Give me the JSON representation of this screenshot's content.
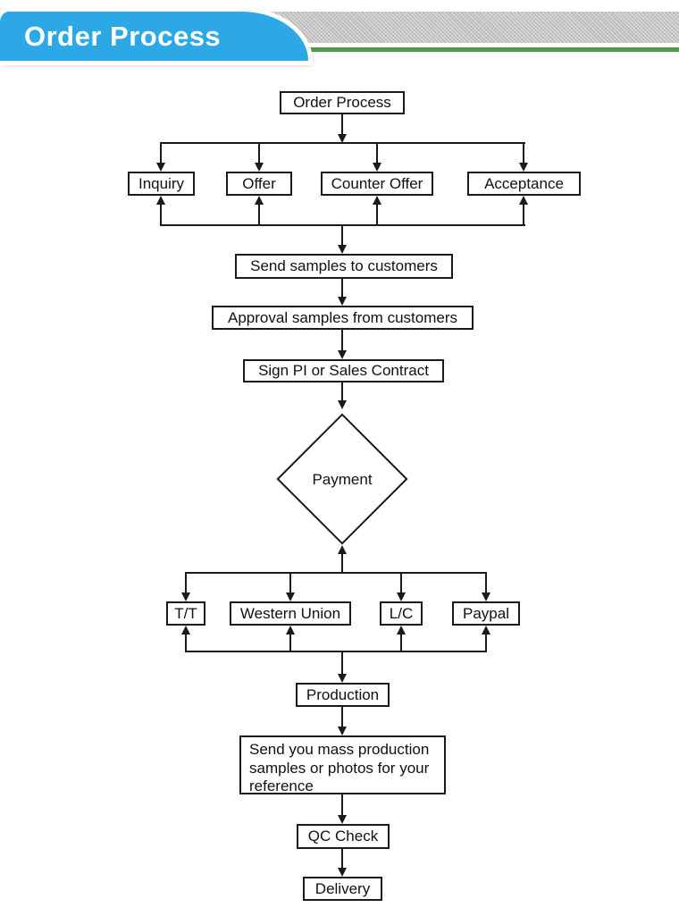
{
  "header": {
    "title": "Order Process",
    "banner_color": "#2BA8E5",
    "stripe_color": "#4D9E46"
  },
  "flowchart": {
    "start": "Order Process",
    "negotiation_steps": [
      "Inquiry",
      "Offer",
      "Counter Offer",
      "Acceptance"
    ],
    "sample_steps": [
      "Send samples to customers",
      "Approval samples from customers",
      "Sign PI or Sales Contract"
    ],
    "decision": "Payment",
    "payment_methods": [
      "T/T",
      "Western Union",
      "L/C",
      "Paypal"
    ],
    "production_steps": [
      "Production",
      "Send you mass production samples or photos for your reference",
      "QC Check",
      "Delivery"
    ]
  }
}
